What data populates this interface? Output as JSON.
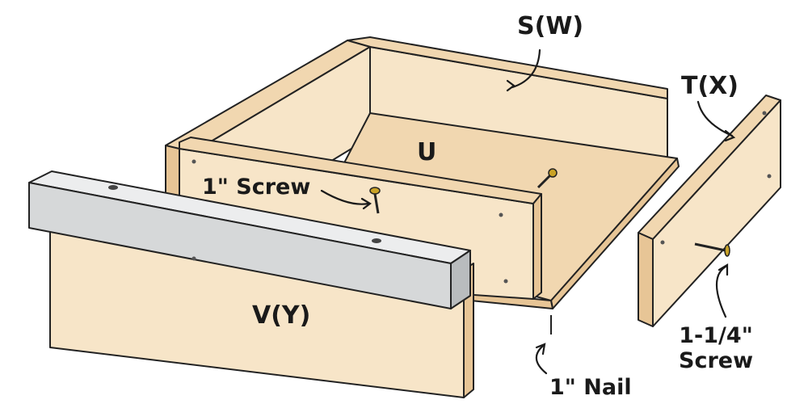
{
  "labels": {
    "back_panel": "S(W)",
    "side_panel": "T(X)",
    "bottom_panel": "U",
    "front_panel": "V(Y)",
    "screw_small": "1\" Screw",
    "screw_long_line1": "1-1/4\"",
    "screw_long_line2": "Screw",
    "nail": "1\" Nail"
  },
  "colors": {
    "wood_light": "#f7e5c8",
    "wood_mid": "#f1d7b0",
    "wood_dark": "#e7c596",
    "rail_metal": "#d6d8d9",
    "rail_edge": "#b9bcbe",
    "outline": "#222222",
    "screw_brass": "#c9a227"
  }
}
